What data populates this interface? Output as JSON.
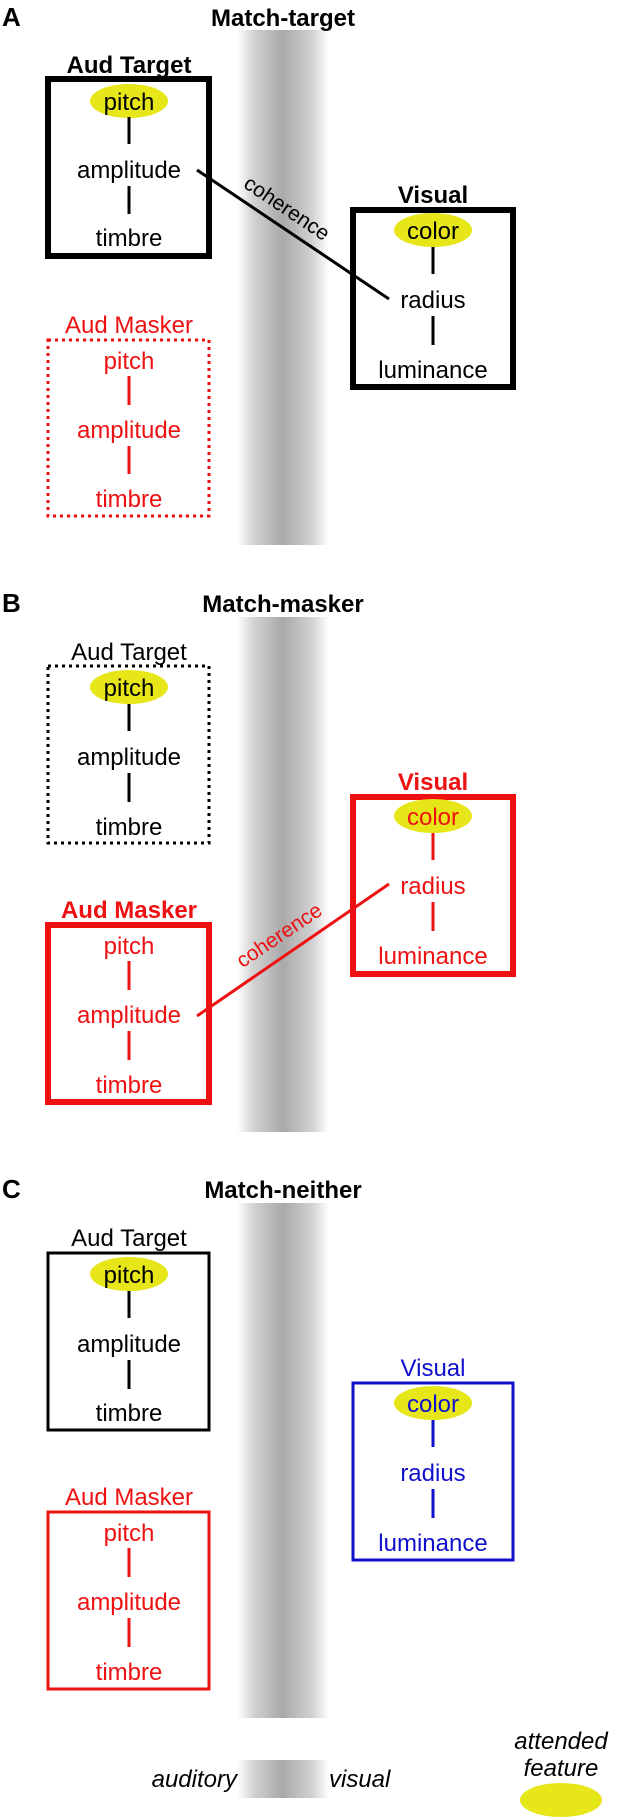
{
  "colors": {
    "target": "#000000",
    "masker": "#ee1111",
    "visual_neither": "#1010cc",
    "highlight": "#e6e619",
    "band": "#aaaaaa"
  },
  "panels": [
    {
      "letter": "A",
      "title": "Match-target",
      "target": {
        "title": "Aud Target",
        "features": [
          "pitch",
          "amplitude",
          "timbre"
        ]
      },
      "masker": {
        "title": "Aud Masker",
        "features": [
          "pitch",
          "amplitude",
          "timbre"
        ]
      },
      "visual": {
        "title": "Visual",
        "features": [
          "color",
          "radius",
          "luminance"
        ]
      },
      "coherence_label": "coherence"
    },
    {
      "letter": "B",
      "title": "Match-masker",
      "target": {
        "title": "Aud Target",
        "features": [
          "pitch",
          "amplitude",
          "timbre"
        ]
      },
      "masker": {
        "title": "Aud Masker",
        "features": [
          "pitch",
          "amplitude",
          "timbre"
        ]
      },
      "visual": {
        "title": "Visual",
        "features": [
          "color",
          "radius",
          "luminance"
        ]
      },
      "coherence_label": "coherence"
    },
    {
      "letter": "C",
      "title": "Match-neither",
      "target": {
        "title": "Aud Target",
        "features": [
          "pitch",
          "amplitude",
          "timbre"
        ]
      },
      "masker": {
        "title": "Aud Masker",
        "features": [
          "pitch",
          "amplitude",
          "timbre"
        ]
      },
      "visual": {
        "title": "Visual",
        "features": [
          "color",
          "radius",
          "luminance"
        ]
      }
    }
  ],
  "legend": {
    "auditory": "auditory",
    "visual": "visual",
    "attended_line1": "attended",
    "attended_line2": "feature"
  }
}
